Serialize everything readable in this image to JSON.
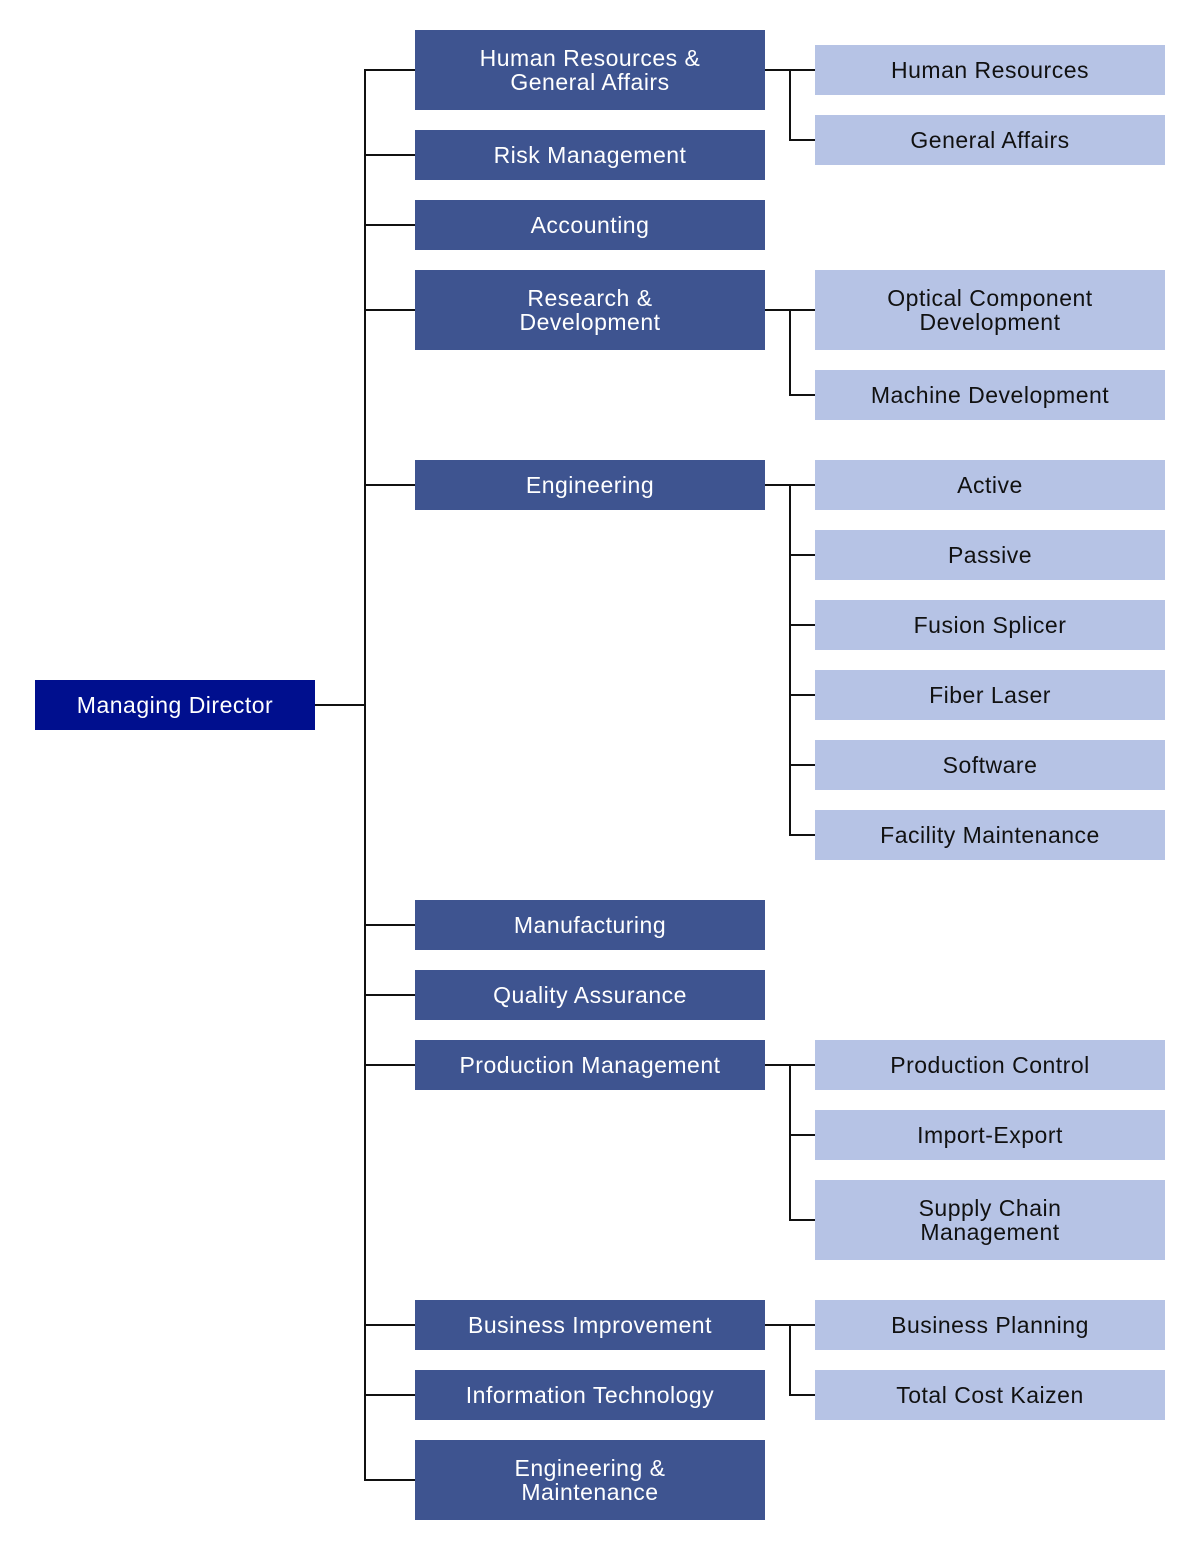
{
  "colors": {
    "root_fill": "#000f8e",
    "dept_fill": "#3e5490",
    "sub_fill": "#b6c3e5",
    "root_text": "#ffffff",
    "dept_text": "#ffffff",
    "sub_text": "#111111",
    "line": "#111111"
  },
  "root": {
    "label": "Managing Director"
  },
  "departments": [
    {
      "label": "Human Resources &\nGeneral Affairs",
      "subs": [
        "Human Resources",
        "General Affairs"
      ]
    },
    {
      "label": "Risk Management",
      "subs": []
    },
    {
      "label": "Accounting",
      "subs": []
    },
    {
      "label": "Research &\nDevelopment",
      "subs": [
        "Optical Component\nDevelopment",
        "Machine Development"
      ]
    },
    {
      "label": "Engineering",
      "subs": [
        "Active",
        "Passive",
        "Fusion Splicer",
        "Fiber Laser",
        "Software",
        "Facility Maintenance"
      ]
    },
    {
      "label": "Manufacturing",
      "subs": []
    },
    {
      "label": "Quality Assurance",
      "subs": []
    },
    {
      "label": "Production Management",
      "subs": [
        "Production Control",
        "Import-Export",
        "Supply Chain\nManagement"
      ]
    },
    {
      "label": "Business Improvement",
      "subs": [
        "Business Planning",
        "Total Cost Kaizen"
      ]
    },
    {
      "label": "Information Technology",
      "subs": []
    },
    {
      "label": "Engineering &\nMaintenance",
      "subs": []
    }
  ]
}
